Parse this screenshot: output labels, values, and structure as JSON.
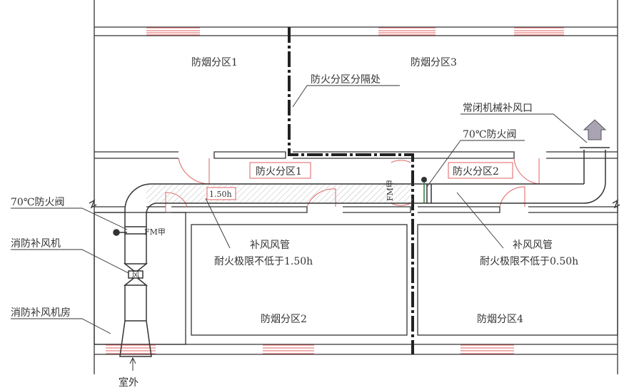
{
  "smoke_zones": {
    "zone1": "防烟分区1",
    "zone2": "防烟分区2",
    "zone3": "防烟分区3",
    "zone4": "防烟分区4"
  },
  "fire_zones": {
    "zone1": "防火分区1",
    "zone2": "防火分区2"
  },
  "labels": {
    "partition": "防火分区分隔处",
    "closed_vent": "常闭机械补风口",
    "damper_right": "70℃防火阀",
    "damper_left": "70℃防火阀",
    "fan": "消防补风机",
    "fan_room": "消防补风机房",
    "outdoor": "室外",
    "fm_left": "FM甲",
    "fm_mid": "FM甲",
    "rating_box": "1.50h",
    "duct_left_title": "补风风管",
    "duct_left_rating": "耐火极限不低于1.50h",
    "duct_right_title": "补风风管",
    "duct_right_rating": "耐火极限不低于0.50h"
  },
  "colors": {
    "line": "#333333",
    "red": "#e06060"
  }
}
